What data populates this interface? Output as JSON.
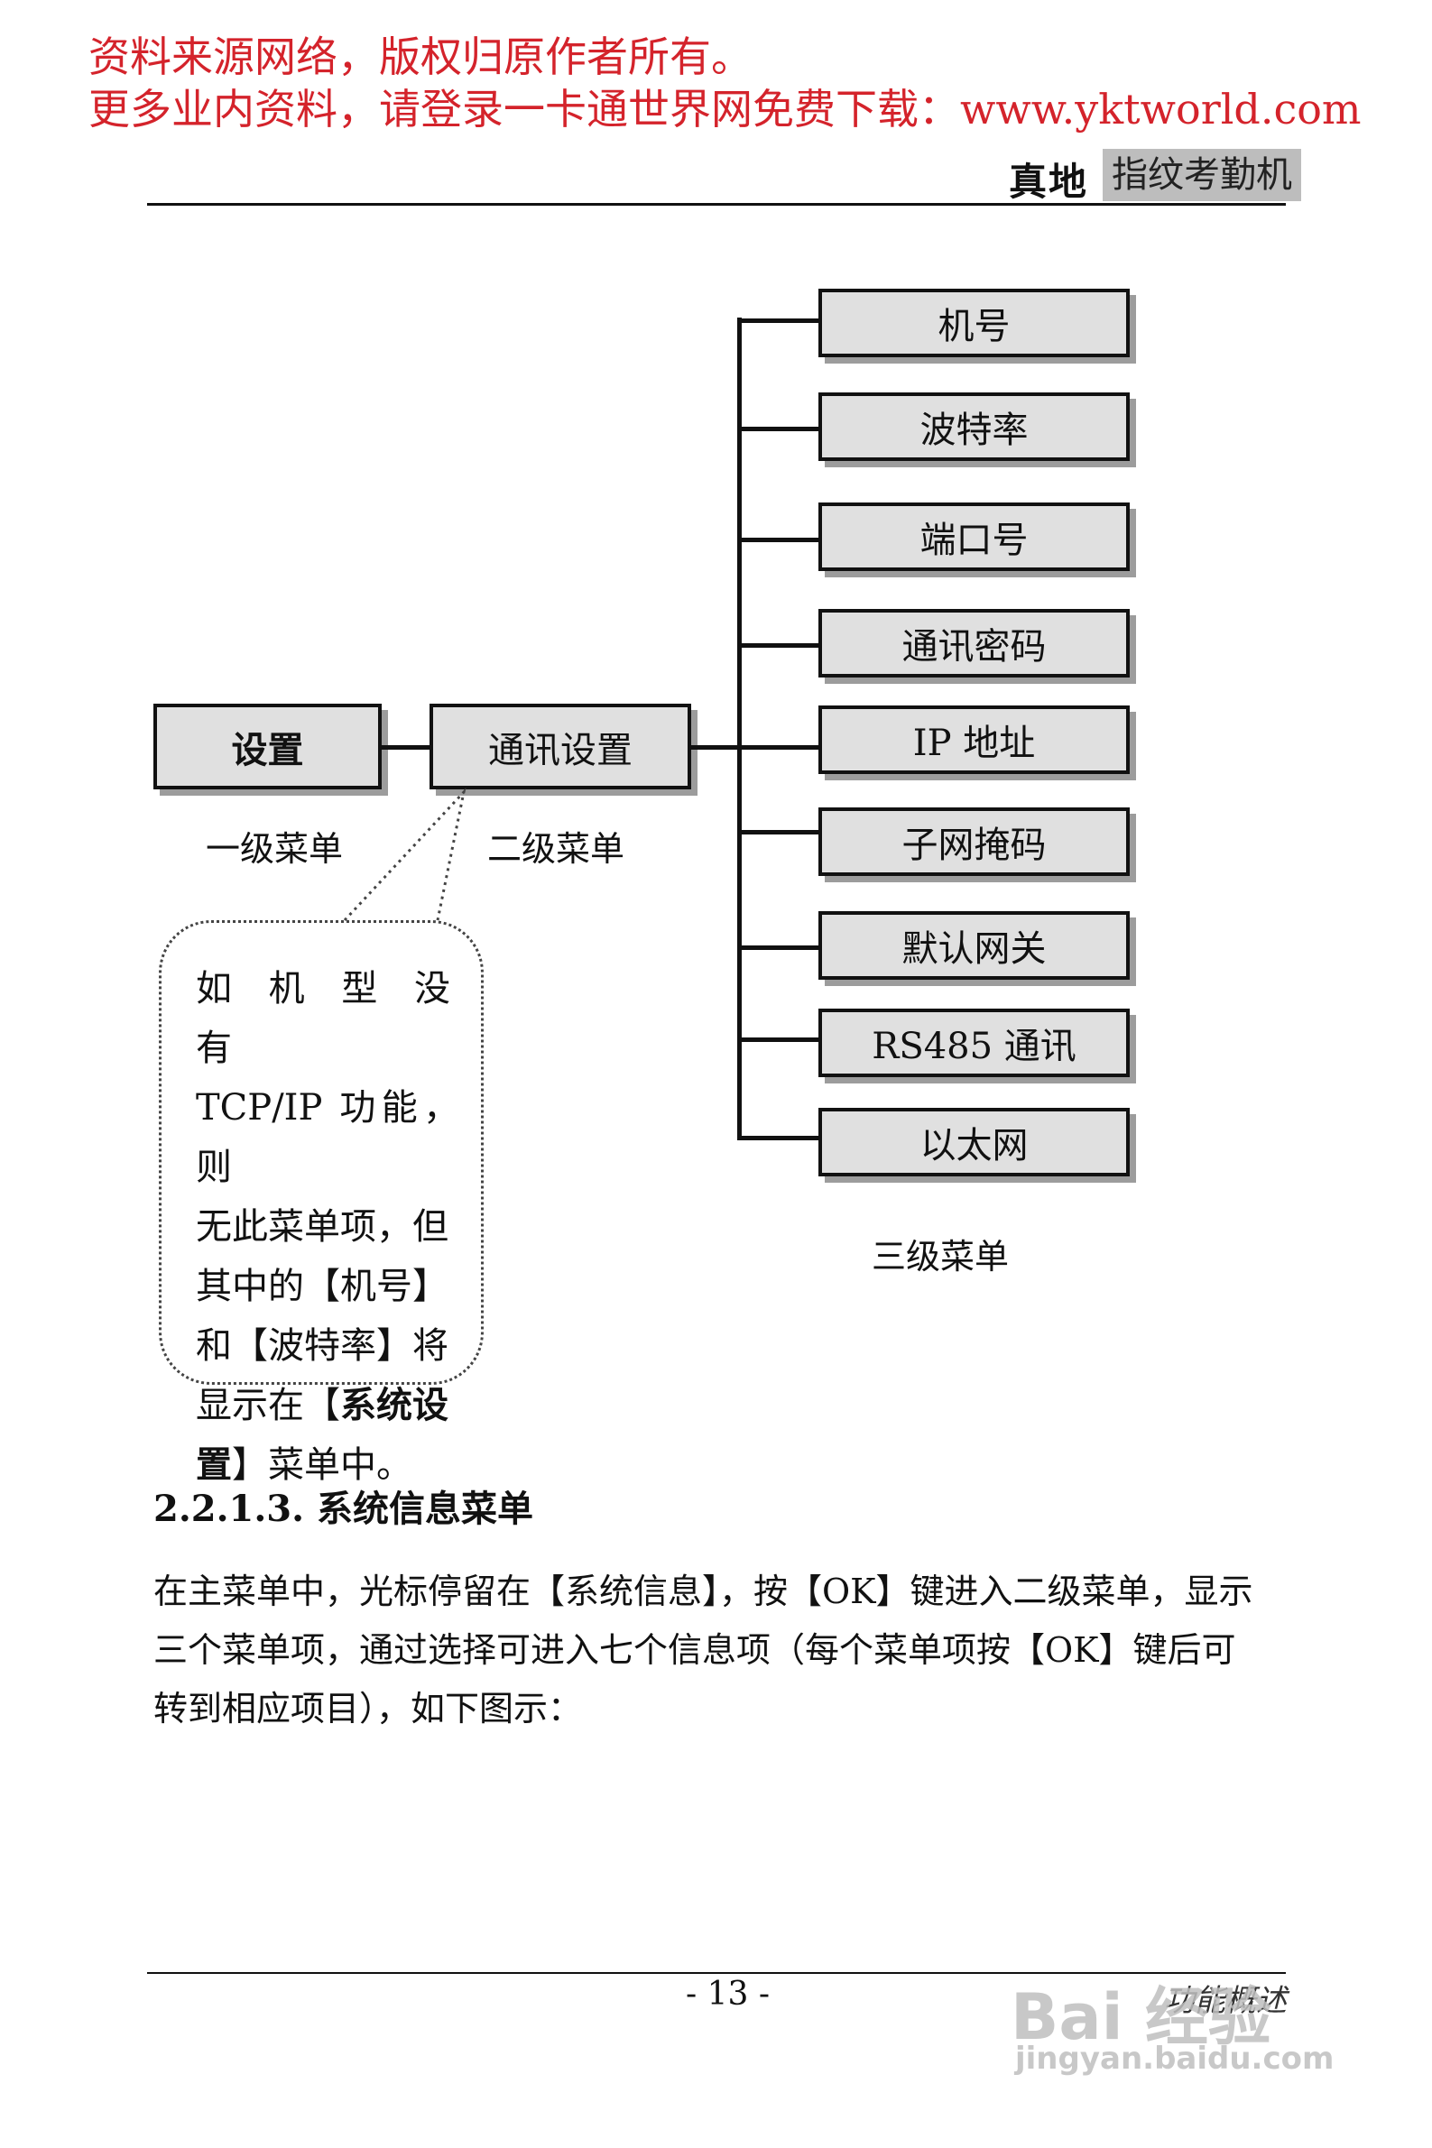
{
  "notice": {
    "line1": "资料来源网络，版权归原作者所有。",
    "line2": "更多业内资料，请登录一卡通世界网免费下载：www.yktworld.com"
  },
  "header": {
    "brand": "真地",
    "product": "指纹考勤机"
  },
  "diagram": {
    "level1": {
      "box": "设置",
      "caption": "一级菜单"
    },
    "level2": {
      "box": "通讯设置",
      "caption": "二级菜单"
    },
    "level3": {
      "caption": "三级菜单",
      "items": [
        "机号",
        "波特率",
        "端口号",
        "通讯密码",
        "IP 地址",
        "子网掩码",
        "默认网关",
        "RS485 通讯",
        "以太网"
      ]
    },
    "note": {
      "line1": "如 机 型 没 有",
      "line2": "TCP/IP 功能，则",
      "line3": "无此菜单项，但",
      "line4": "其中的【机号】",
      "line5": "和【波特率】将",
      "line6_a": "显示在【",
      "line6_b": "系统设",
      "line7_a": "置",
      "line7_b": "】菜单中。"
    }
  },
  "section": {
    "title": "2.2.1.3. 系统信息菜单",
    "body_lines": [
      "在主菜单中，光标停留在【系统信息】，按【OK】键进入二级菜单，显示",
      "三个菜单项，通过选择可进入七个信息项（每个菜单项按【OK】键后可",
      "转到相应项目），如下图示："
    ]
  },
  "footer": {
    "page": "- 13 -",
    "section": "功能概述"
  },
  "watermark": {
    "logo": "Bai 经验",
    "url": "jingyan.baidu.com"
  }
}
